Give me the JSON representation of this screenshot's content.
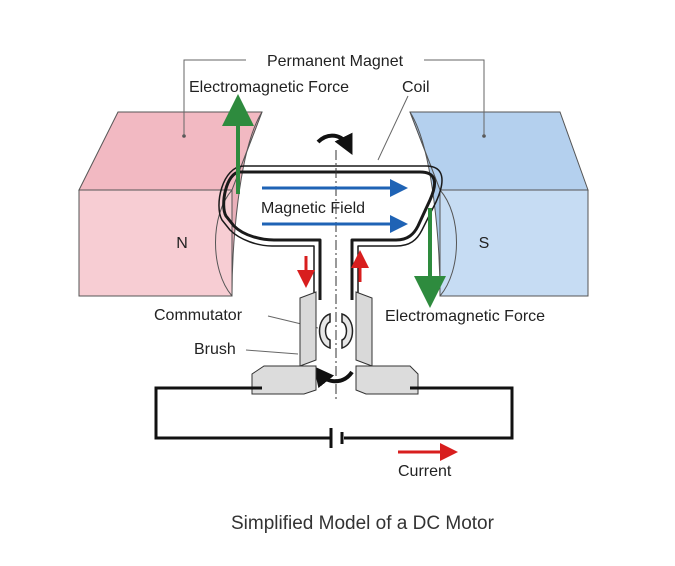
{
  "diagram": {
    "labels": {
      "permanent_magnet": "Permanent Magnet",
      "em_force_top": "Electromagnetic Force",
      "coil": "Coil",
      "magnetic_field": "Magnetic Field",
      "pole_n": "N",
      "pole_s": "S",
      "commutator": "Commutator",
      "em_force_right": "Electromagnetic Force",
      "brush": "Brush",
      "current": "Current"
    },
    "caption": "Simplified Model of a DC Motor"
  },
  "colors": {
    "magnet_n": "#f4c6cd",
    "magnet_s": "#c2d9f1",
    "force_arrow": "#2e8b3e",
    "field_arrow": "#1f63b5",
    "current_arrow": "#d81e1e",
    "outline": "#222222"
  }
}
